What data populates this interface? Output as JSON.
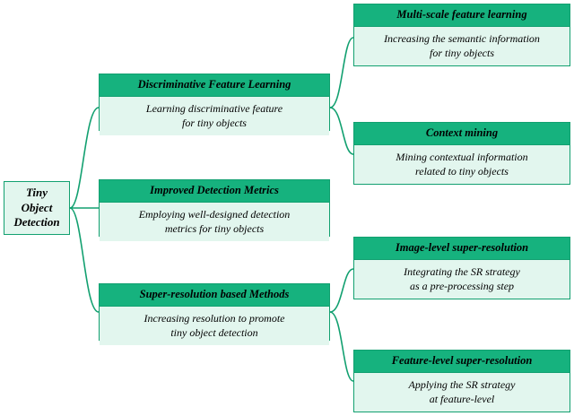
{
  "diagram": {
    "root": {
      "label": "Tiny\nObject\nDetection"
    },
    "branches": [
      {
        "title": "Discriminative Feature Learning",
        "description": "Learning discriminative feature\nfor tiny objects",
        "children": [
          {
            "title": "Multi-scale feature learning",
            "description": "Increasing the semantic information\nfor tiny objects"
          },
          {
            "title": "Context mining",
            "description": "Mining contextual information\nrelated to tiny objects"
          }
        ]
      },
      {
        "title": "Improved Detection Metrics",
        "description": "Employing well-designed detection\nmetrics for tiny objects",
        "children": []
      },
      {
        "title": "Super-resolution based Methods",
        "description": "Increasing resolution to promote\ntiny object detection",
        "children": [
          {
            "title": "Image-level super-resolution",
            "description": "Integrating the SR strategy\nas a pre-processing step"
          },
          {
            "title": "Feature-level super-resolution",
            "description": "Applying the SR strategy\nat feature-level"
          }
        ]
      }
    ],
    "colors": {
      "header": "#16b27e",
      "body": "#e2f6ee",
      "border": "#12a070",
      "connector": "#12a070"
    }
  }
}
